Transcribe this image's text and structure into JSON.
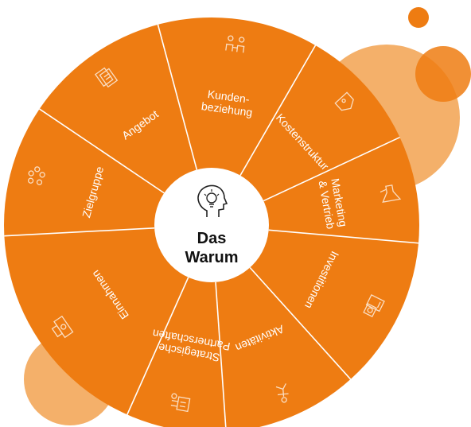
{
  "colors": {
    "wheel": "#EE7C12",
    "divider": "#ffffff",
    "deco_light": "#F4B06A",
    "deco_dark": "#EE7C12",
    "center_fill": "#ffffff",
    "center_text": "#111111"
  },
  "center": {
    "line1": "Das",
    "line2": "Warum",
    "icon": "head-lightbulb-icon"
  },
  "segments": [
    {
      "id": "angebot",
      "lines": [
        "Angebot"
      ],
      "icon": "document-stack-icon"
    },
    {
      "id": "kundenbeziehung",
      "lines": [
        "Kunden-",
        "beziehung"
      ],
      "icon": "people-connection-icon"
    },
    {
      "id": "kostenstruktur",
      "lines": [
        "Kostenstruktur"
      ],
      "icon": "price-tag-icon"
    },
    {
      "id": "marketing",
      "lines": [
        "Marketing",
        "& Vertrieb"
      ],
      "icon": "megaphone-icon"
    },
    {
      "id": "investitionen",
      "lines": [
        "Investitionen"
      ],
      "icon": "calculator-money-icon"
    },
    {
      "id": "aktivitaeten",
      "lines": [
        "Aktivitäten"
      ],
      "icon": "running-person-icon"
    },
    {
      "id": "partnerschaften",
      "lines": [
        "Strategische",
        "Partnerschaften"
      ],
      "icon": "handshake-icon"
    },
    {
      "id": "einnahmen",
      "lines": [
        "Einnahmen"
      ],
      "icon": "cash-register-icon"
    },
    {
      "id": "zielgruppe",
      "lines": [
        "Zielgruppe"
      ],
      "icon": "target-group-icon"
    }
  ]
}
